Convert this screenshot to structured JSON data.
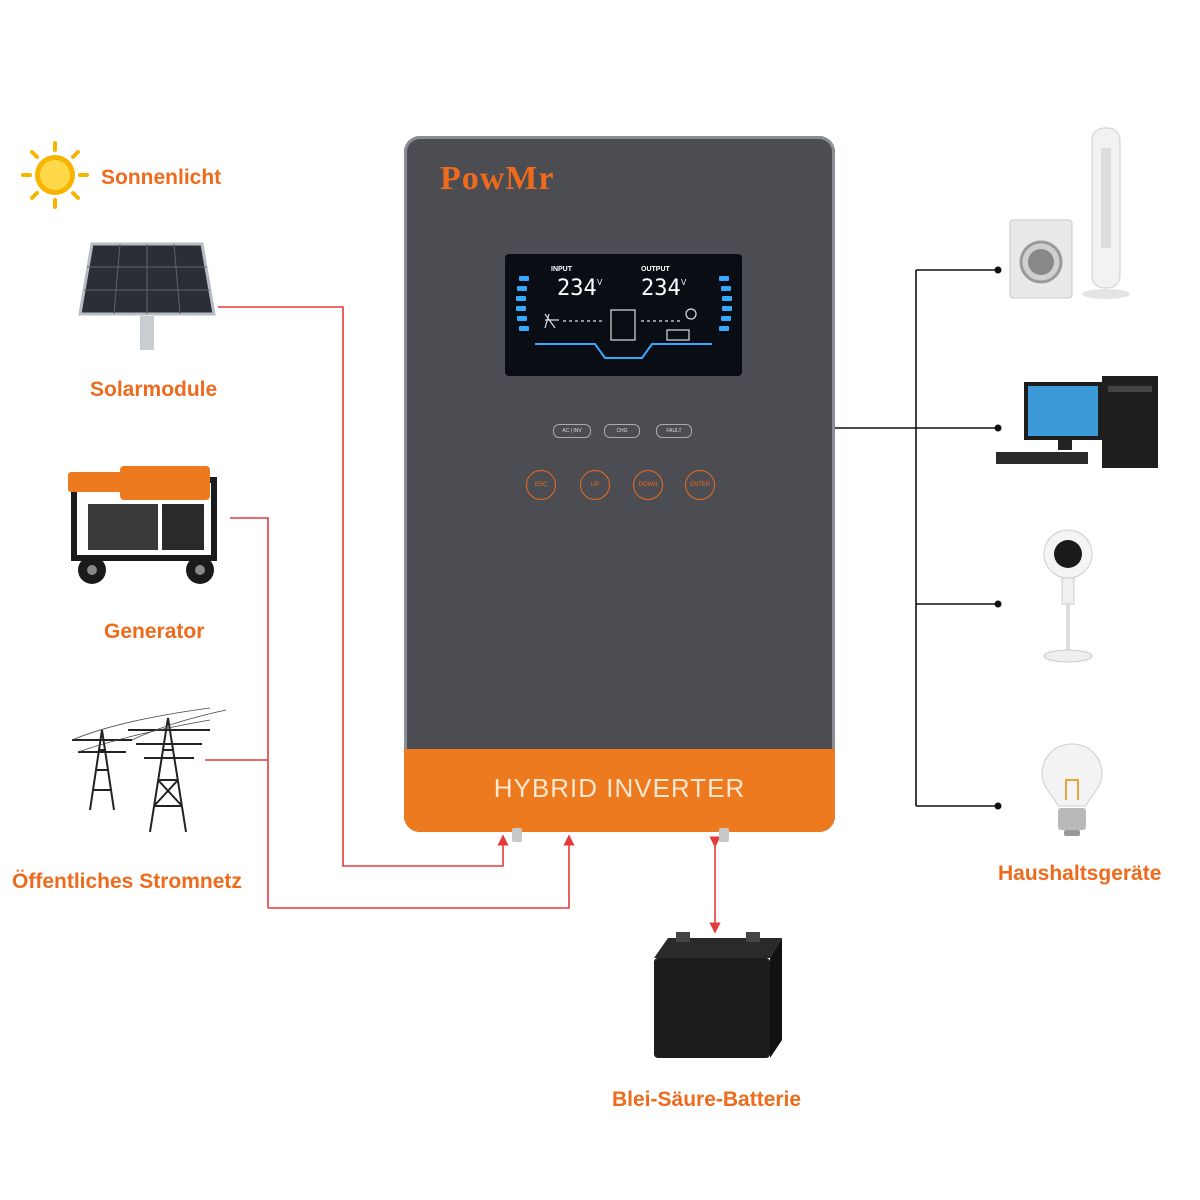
{
  "sources": {
    "sun_label": "Sonnenlicht",
    "solar_label": "Solarmodule",
    "generator_label": "Generator",
    "grid_label": "Öffentliches Stromnetz"
  },
  "battery": {
    "label": "Blei-Säure-Batterie"
  },
  "loads": {
    "label": "Haushaltsgeräte"
  },
  "inverter": {
    "brand": "PowMr",
    "model_band": "HYBRID INVERTER",
    "lcd": {
      "input_label": "INPUT",
      "output_label": "OUTPUT",
      "input_value": "234",
      "output_value": "234",
      "unit": "V"
    },
    "indicators": [
      "AC",
      "INV",
      "CHG",
      "FAULT"
    ],
    "buttons": [
      "ESC",
      "UP",
      "DOWN",
      "ENTER"
    ]
  },
  "colors": {
    "accent": "#ee6a1c",
    "wire_input": "#e33b3b",
    "wire_output": "#111111",
    "inverter_body": "#4b4d52",
    "lcd_bg": "#0a0d14",
    "lcd_blue": "#36a8ff"
  }
}
